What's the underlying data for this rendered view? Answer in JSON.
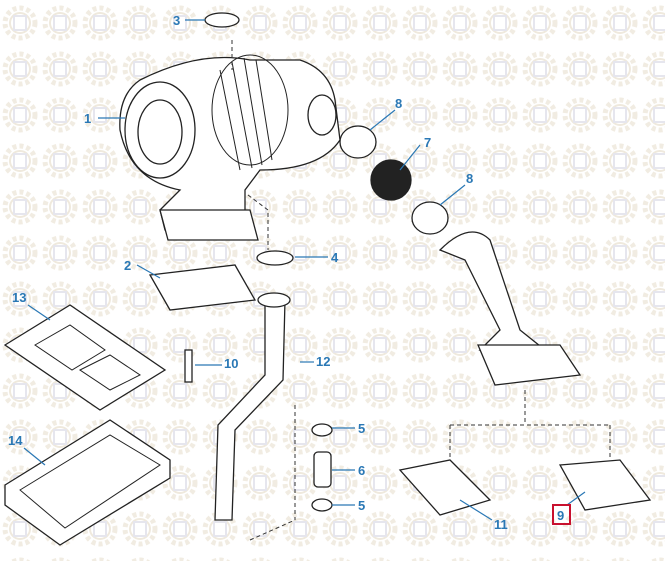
{
  "diagram": {
    "title": "Turbocharger assembly exploded view",
    "callouts": {
      "c1": "1",
      "c2": "2",
      "c3": "3",
      "c4": "4",
      "c5a": "5",
      "c5b": "5",
      "c6": "6",
      "c7": "7",
      "c8a": "8",
      "c8b": "8",
      "c9": "9",
      "c10": "10",
      "c11": "11",
      "c12": "12",
      "c13": "13",
      "c14": "14"
    },
    "highlighted_callout": "9",
    "colors": {
      "callout": "#2a78b5",
      "highlight_box": "#c8102e",
      "watermark": "#f0ebe0"
    }
  }
}
